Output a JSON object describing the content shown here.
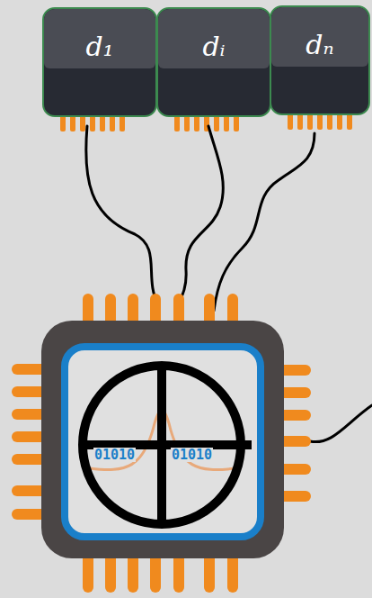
{
  "diagram": {
    "nodes": [
      {
        "text": [
          "d₁"
        ]
      },
      {
        "text": [
          "dᵢ"
        ]
      },
      {
        "text": [
          "dₙ"
        ]
      }
    ],
    "labels": [
      "01010",
      "01010"
    ]
  }
}
